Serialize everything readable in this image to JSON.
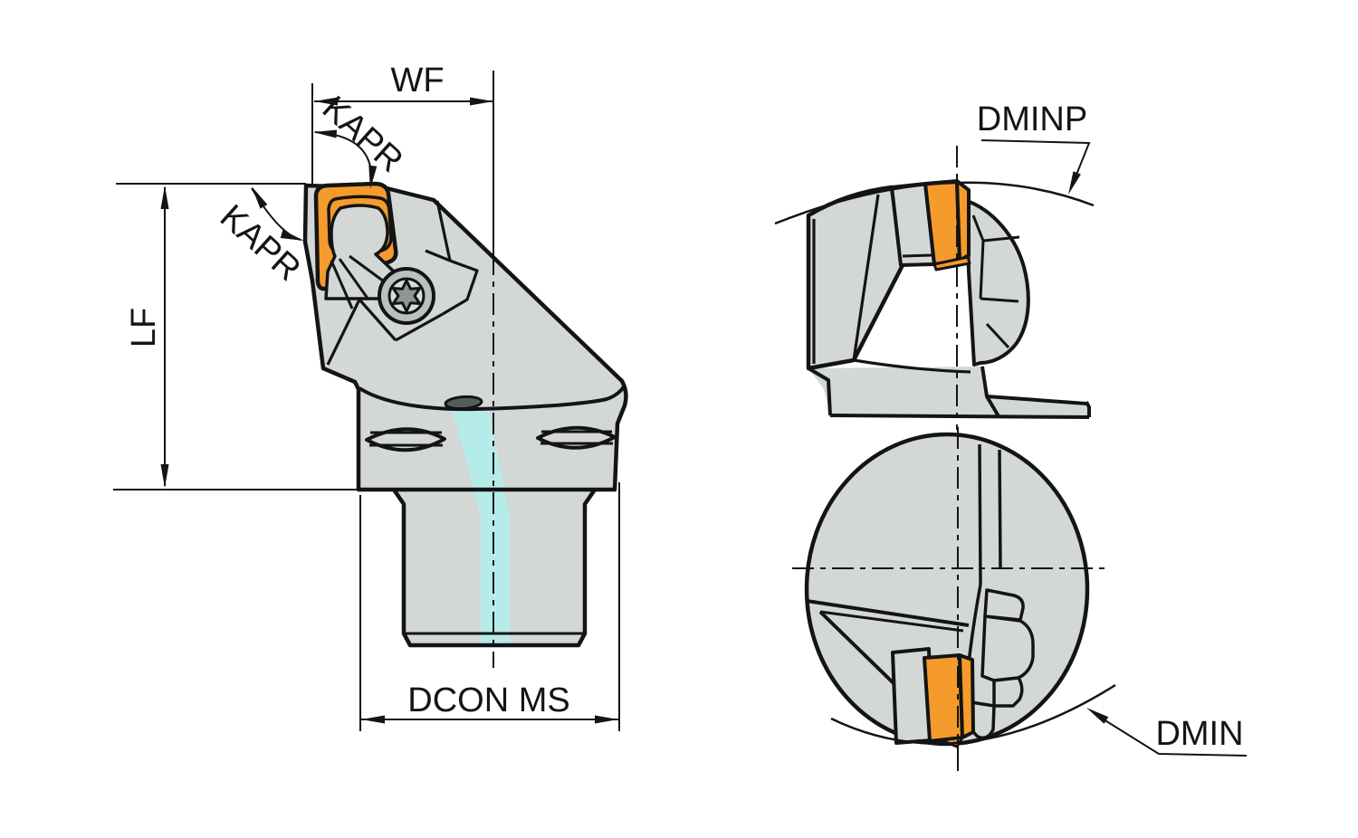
{
  "diagram": {
    "type": "technical-drawing",
    "subject": "lathe-tool-holder-with-indexable-insert-three-views",
    "labels": {
      "wf": "WF",
      "kapr_upper": "KAPR",
      "kapr_lower": "KAPR",
      "lf": "LF",
      "dcon_ms": "DCON MS",
      "dminp": "DMINP",
      "dmin": "DMIN"
    },
    "colors": {
      "background": "#FFFFFF",
      "line_black": "#141414",
      "body_gray": "#D3D8D6",
      "insert_orange": "#F59B2B",
      "coolant_cyan": "#B5ECE9",
      "screw_ring_gray": "#B9C0BF",
      "screw_disk_gray": "#D8DCDB",
      "screw_star_gray": "#8F9796",
      "coolant_hole_dark": "#555C5C"
    }
  }
}
